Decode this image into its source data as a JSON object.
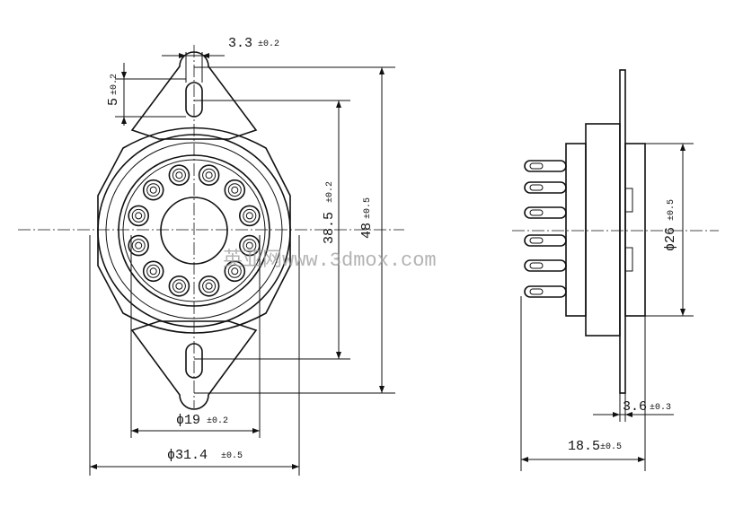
{
  "dimensions": {
    "slot_width": {
      "value": "3.3",
      "tol": "±0.2"
    },
    "slot_depth": {
      "value": "5",
      "tol": "±0.2"
    },
    "inner_height": {
      "value": "38.5",
      "tol": "±0.2"
    },
    "total_height": {
      "value": "48",
      "tol": "±0.5"
    },
    "inner_diameter": {
      "value": "ϕ19",
      "tol": "±0.2"
    },
    "outer_diameter": {
      "value": "ϕ31.4",
      "tol": "±0.5"
    },
    "side_diameter": {
      "value": "ϕ26",
      "tol": "±0.5"
    },
    "plate_thickness": {
      "value": "3.6",
      "tol": "±0.3"
    },
    "body_length": {
      "value": "18.5",
      "tol": "±0.5"
    }
  },
  "watermark": "英亚网www.3dmox.com",
  "colors": {
    "line": "#111111",
    "background": "#ffffff",
    "watermark": "#9a9a9a"
  }
}
